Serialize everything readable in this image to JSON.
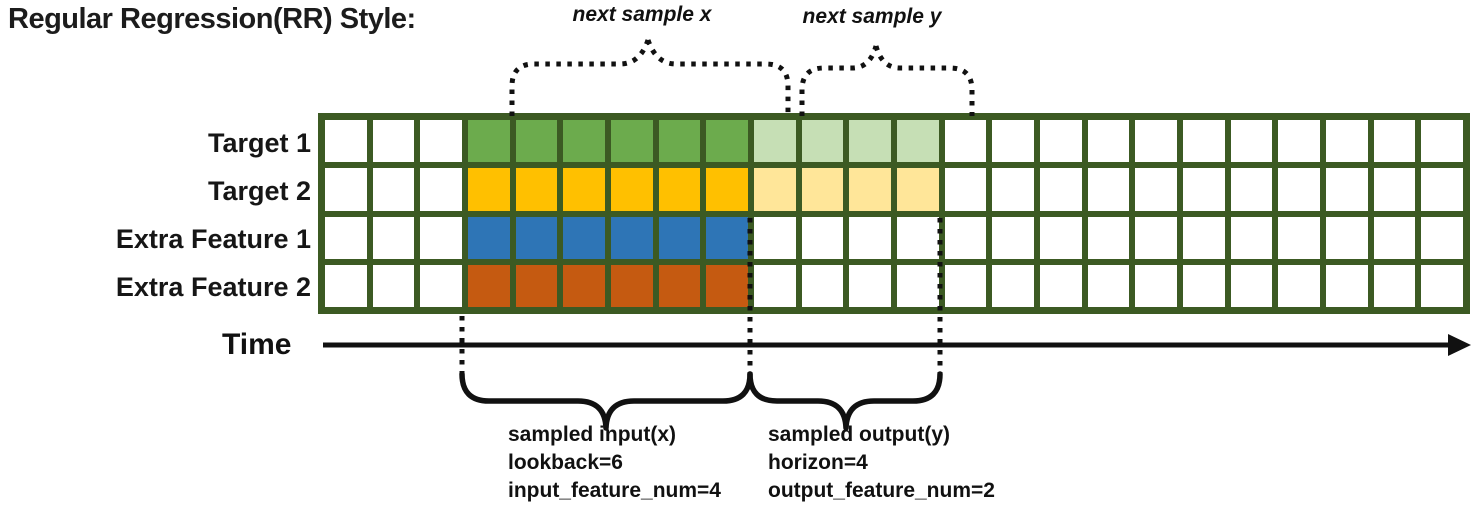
{
  "title": "Regular Regression(RR) Style:",
  "top_braces": {
    "next_x_label": "next sample x",
    "next_y_label": "next sample y"
  },
  "grid": {
    "columns": 24,
    "input_start": 3,
    "input_length": 6,
    "output_length": 4,
    "border_color": "#3c5a23",
    "empty_color": "#ffffff",
    "rows": [
      {
        "label": "Target 1",
        "input_color": "#6cab4d",
        "output_color": "#c6dfb5"
      },
      {
        "label": "Target 2",
        "input_color": "#ffc000",
        "output_color": "#ffe699"
      },
      {
        "label": "Extra Feature 1",
        "input_color": "#2e75b6",
        "output_color": null
      },
      {
        "label": "Extra Feature 2",
        "input_color": "#c55a11",
        "output_color": null
      }
    ]
  },
  "time_axis": {
    "label": "Time"
  },
  "annotations": {
    "input": {
      "line1": "sampled input(x)",
      "line2": "lookback=6",
      "line3": "input_feature_num=4"
    },
    "output": {
      "line1": "sampled output(y)",
      "line2": "horizon=4",
      "line3": "output_feature_num=2"
    }
  }
}
